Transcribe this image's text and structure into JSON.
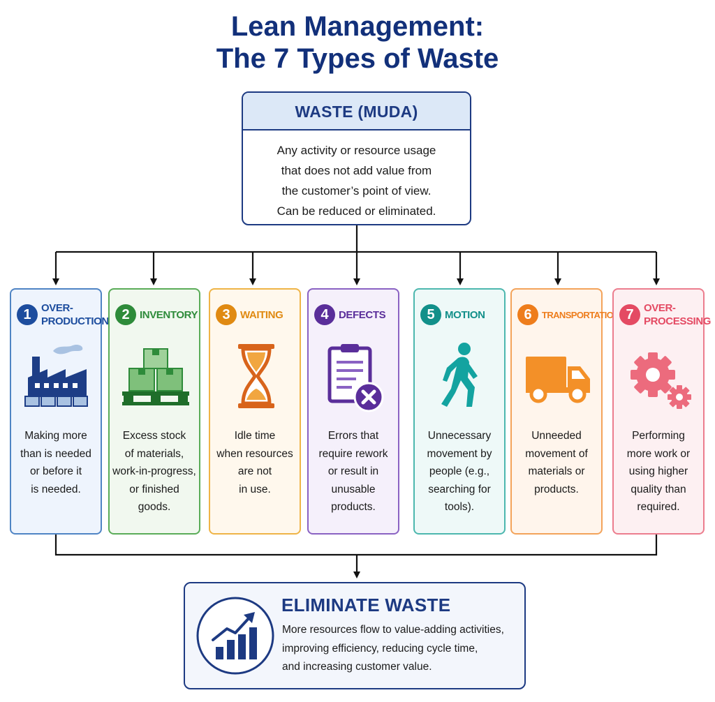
{
  "title": {
    "line1": "Lean Management:",
    "line2": "The 7 Types of Waste"
  },
  "muda": {
    "heading": "WASTE (MUDA)",
    "lines": [
      "Any activity or resource usage",
      "that does not add value from",
      "the customer’s point of view.",
      "Can be reduced or eliminated."
    ]
  },
  "wastes": [
    {
      "number": "1",
      "title": [
        "OVER-",
        "PRODUCTION"
      ],
      "icon": "factory-icon",
      "color": "#1d4d9e",
      "bg": "#eef4fd",
      "border": "#4f84c4",
      "desc": [
        "Making more",
        "than is needed",
        "or before it",
        "is needed."
      ]
    },
    {
      "number": "2",
      "title": [
        "INVENTORY"
      ],
      "icon": "boxes-icon",
      "color": "#2e8b3a",
      "bg": "#f1f8ef",
      "border": "#5aac58",
      "desc": [
        "Excess stock",
        "of materials,",
        "work-in-progress,",
        "or finished",
        "goods."
      ]
    },
    {
      "number": "3",
      "title": [
        "WAITING"
      ],
      "icon": "hourglass-icon",
      "color": "#e08a12",
      "bg": "#fff8ed",
      "border": "#efb446",
      "desc": [
        "Idle time",
        "when resources",
        "are not",
        "in use."
      ]
    },
    {
      "number": "4",
      "title": [
        "DEFECTS"
      ],
      "icon": "defect-clipboard-icon",
      "color": "#5a2e9a",
      "bg": "#f5f0fb",
      "border": "#8a62c3",
      "desc": [
        "Errors that",
        "require rework",
        "or result in",
        "unusable",
        "products."
      ]
    },
    {
      "number": "5",
      "title": [
        "MOTION"
      ],
      "icon": "walking-person-icon",
      "color": "#12908a",
      "bg": "#eef9f8",
      "border": "#4cb7ae",
      "desc": [
        "Unnecessary",
        "movement by",
        "people (e.g.,",
        "searching for",
        "tools)."
      ]
    },
    {
      "number": "6",
      "title": [
        "TRANSPORTATION"
      ],
      "icon": "truck-icon",
      "color": "#ee7d1c",
      "bg": "#fff5ec",
      "border": "#f3a35a",
      "desc": [
        "Unneeded",
        "movement of",
        "materials or",
        "products."
      ]
    },
    {
      "number": "7",
      "title": [
        "OVER-",
        "PROCESSING"
      ],
      "icon": "gears-icon",
      "color": "#e44a63",
      "bg": "#fdf0f2",
      "border": "#ec7d8e",
      "desc": [
        "Performing",
        "more work or",
        "using higher",
        "quality than",
        "required."
      ]
    }
  ],
  "eliminate": {
    "icon": "growth-chart-icon",
    "heading": "ELIMINATE WASTE",
    "lines": [
      "More resources flow to value-adding activities,",
      "improving efficiency, reducing cycle time,",
      "and increasing customer value."
    ]
  }
}
